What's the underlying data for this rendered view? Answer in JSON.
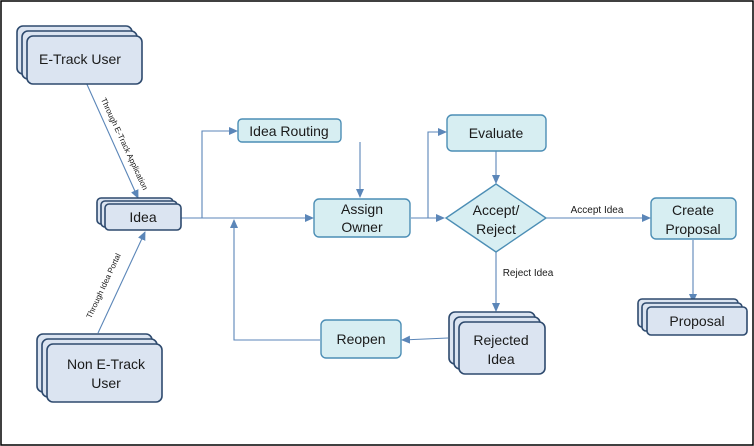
{
  "diagram": {
    "colors": {
      "dark_fill": "#dbe4f1",
      "dark_stroke": "#2e4a6e",
      "light_fill": "#d7eef2",
      "light_stroke": "#4c8eb5",
      "edge": "#5b86b8"
    },
    "nodes": {
      "etrack_user": "E-Track User",
      "idea": "Idea",
      "non_etrack_user_line1": "Non E-Track",
      "non_etrack_user_line2": "User",
      "idea_routing": "Idea Routing",
      "assign_owner_line1": "Assign",
      "assign_owner_line2": "Owner",
      "evaluate": "Evaluate",
      "accept_reject_line1": "Accept/",
      "accept_reject_line2": "Reject",
      "create_proposal_line1": "Create",
      "create_proposal_line2": "Proposal",
      "proposal": "Proposal",
      "rejected_idea_line1": "Rejected",
      "rejected_idea_line2": "Idea",
      "reopen": "Reopen"
    },
    "edges": {
      "through_etrack_application": "Through E-Track Application",
      "through_idea_portal": "Through Idea Portal",
      "accept_idea": "Accept Idea",
      "reject_idea": "Reject Idea"
    }
  }
}
